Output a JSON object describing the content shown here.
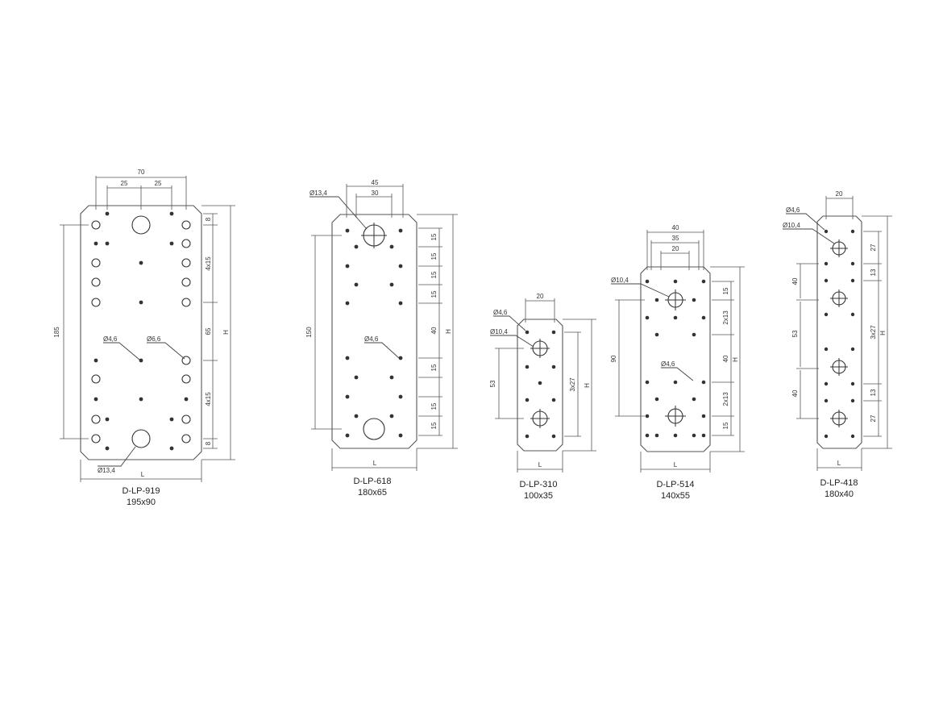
{
  "plates": [
    {
      "id": "p919",
      "name": "D-LP-919",
      "size": "195x90",
      "top_dims": [
        "70",
        "25",
        "25"
      ],
      "right_dims": [
        "8",
        "4x15",
        "65",
        "4x15",
        "8"
      ],
      "left_dims": [
        "185"
      ],
      "right_letter": "H",
      "bottom_letter": "L",
      "callouts": [
        "Ø4,6",
        "Ø6,6",
        "Ø13,4"
      ]
    },
    {
      "id": "p618",
      "name": "D-LP-618",
      "size": "180x65",
      "top_dims": [
        "45",
        "30"
      ],
      "right_dims": [
        "15",
        "15",
        "15",
        "15",
        "40",
        "15",
        "15",
        "15"
      ],
      "left_dims": [
        "150"
      ],
      "right_letter": "H",
      "bottom_letter": "L",
      "callouts": [
        "Ø13,4",
        "Ø4,6"
      ]
    },
    {
      "id": "p310",
      "name": "D-LP-310",
      "size": "100x35",
      "top_dims": [
        "20"
      ],
      "right_dims": [
        "3x27"
      ],
      "left_dims": [
        "53"
      ],
      "right_letter": "H",
      "bottom_letter": "L",
      "callouts": [
        "Ø4,6",
        "Ø10,4"
      ]
    },
    {
      "id": "p514",
      "name": "D-LP-514",
      "size": "140x55",
      "top_dims": [
        "40",
        "35",
        "20"
      ],
      "right_dims": [
        "15",
        "2x13",
        "40",
        "2x13",
        "15"
      ],
      "left_dims": [
        "90"
      ],
      "right_letter": "H",
      "bottom_letter": "L",
      "callouts": [
        "Ø10,4",
        "Ø4,6"
      ]
    },
    {
      "id": "p418",
      "name": "D-LP-418",
      "size": "180x40",
      "top_dims": [
        "20"
      ],
      "right_dims": [
        "27",
        "13",
        "3x27",
        "13",
        "27"
      ],
      "left_dims": [
        "40",
        "53",
        "40"
      ],
      "right_letter": "H",
      "bottom_letter": "L",
      "callouts": [
        "Ø4,6",
        "Ø10,4"
      ]
    }
  ]
}
